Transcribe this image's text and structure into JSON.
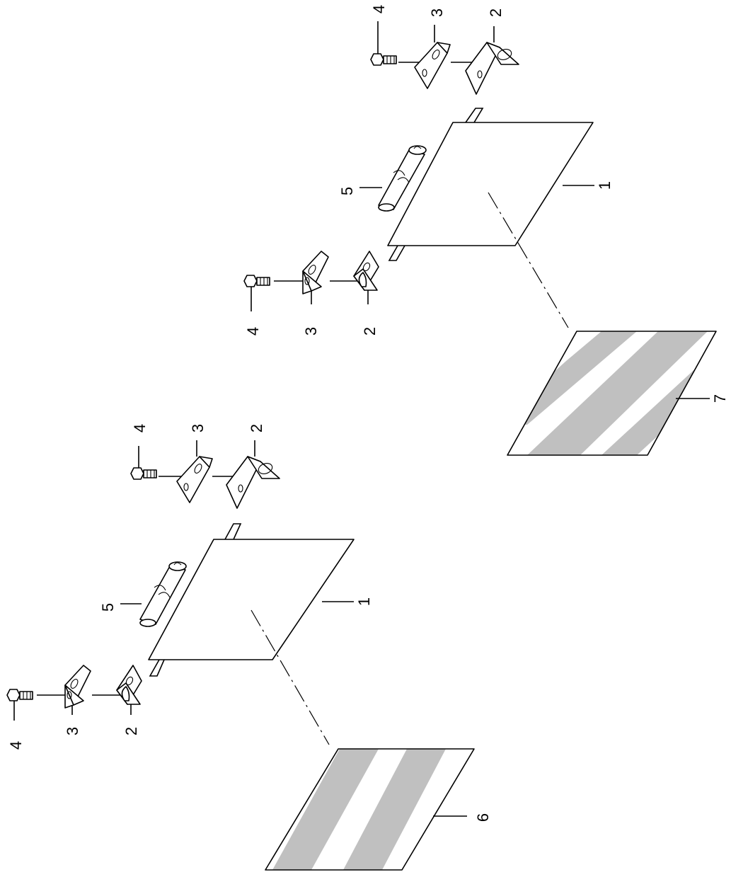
{
  "diagram": {
    "colors": {
      "line": "#000000",
      "stripe": "#c0c0c0",
      "background": "#ffffff"
    },
    "assemblies": [
      {
        "callouts": {
          "bolt_left": "4",
          "plate_left": "3",
          "bracket_left": "2",
          "bolt_right": "4",
          "plate_right": "3",
          "bracket_right": "2",
          "seal": "5",
          "panel": "1",
          "sign": "6"
        }
      },
      {
        "callouts": {
          "bolt_left": "4",
          "plate_left": "3",
          "bracket_left": "2",
          "bolt_right": "4",
          "plate_right": "3",
          "bracket_right": "2",
          "seal": "5",
          "panel": "1",
          "sign": "7"
        }
      }
    ]
  }
}
